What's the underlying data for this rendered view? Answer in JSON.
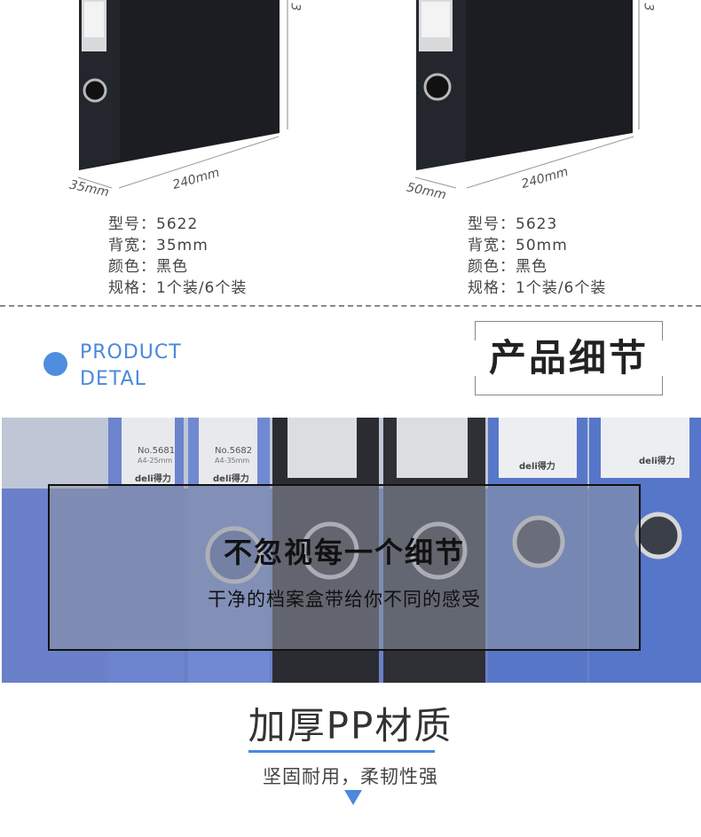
{
  "products": [
    {
      "width_label": "240mm",
      "depth_label": "35mm",
      "height_mark": "3",
      "specs": [
        {
          "label": "型号",
          "sep": "：",
          "value": "5622"
        },
        {
          "label": "背宽",
          "sep": "：",
          "value": "35mm"
        },
        {
          "label": "颜色",
          "sep": "：",
          "value": "黑色"
        },
        {
          "label": "规格",
          "sep": "：",
          "value": "1个装/6个装"
        }
      ]
    },
    {
      "width_label": "240mm",
      "depth_label": "50mm",
      "height_mark": "3",
      "specs": [
        {
          "label": "型号",
          "sep": "：",
          "value": "5623"
        },
        {
          "label": "背宽",
          "sep": "：",
          "value": "50mm"
        },
        {
          "label": "颜色",
          "sep": "：",
          "value": "黑色"
        },
        {
          "label": "规格",
          "sep": "：",
          "value": "1个装/6个装"
        }
      ]
    }
  ],
  "detail_header": {
    "en_line1": "PRODUCT",
    "en_line2": "DETAL",
    "cn_title": "产品细节"
  },
  "photo_labels": {
    "binder1_no": "No.5681",
    "binder1_size": "A4-25mm",
    "binder2_no": "No.5682",
    "binder2_size": "A4-35mm",
    "brand": "deli得力"
  },
  "overlay": {
    "title": "不忽视每一个细节",
    "subtitle": "干净的档案盒带给你不同的感受"
  },
  "feature": {
    "title": "加厚PP材质",
    "subtitle": "坚固耐用，柔韧性强"
  },
  "colors": {
    "accent": "#4a89dc",
    "binder_black": "#1b1d22",
    "binder_blue": "#6b82cc"
  }
}
